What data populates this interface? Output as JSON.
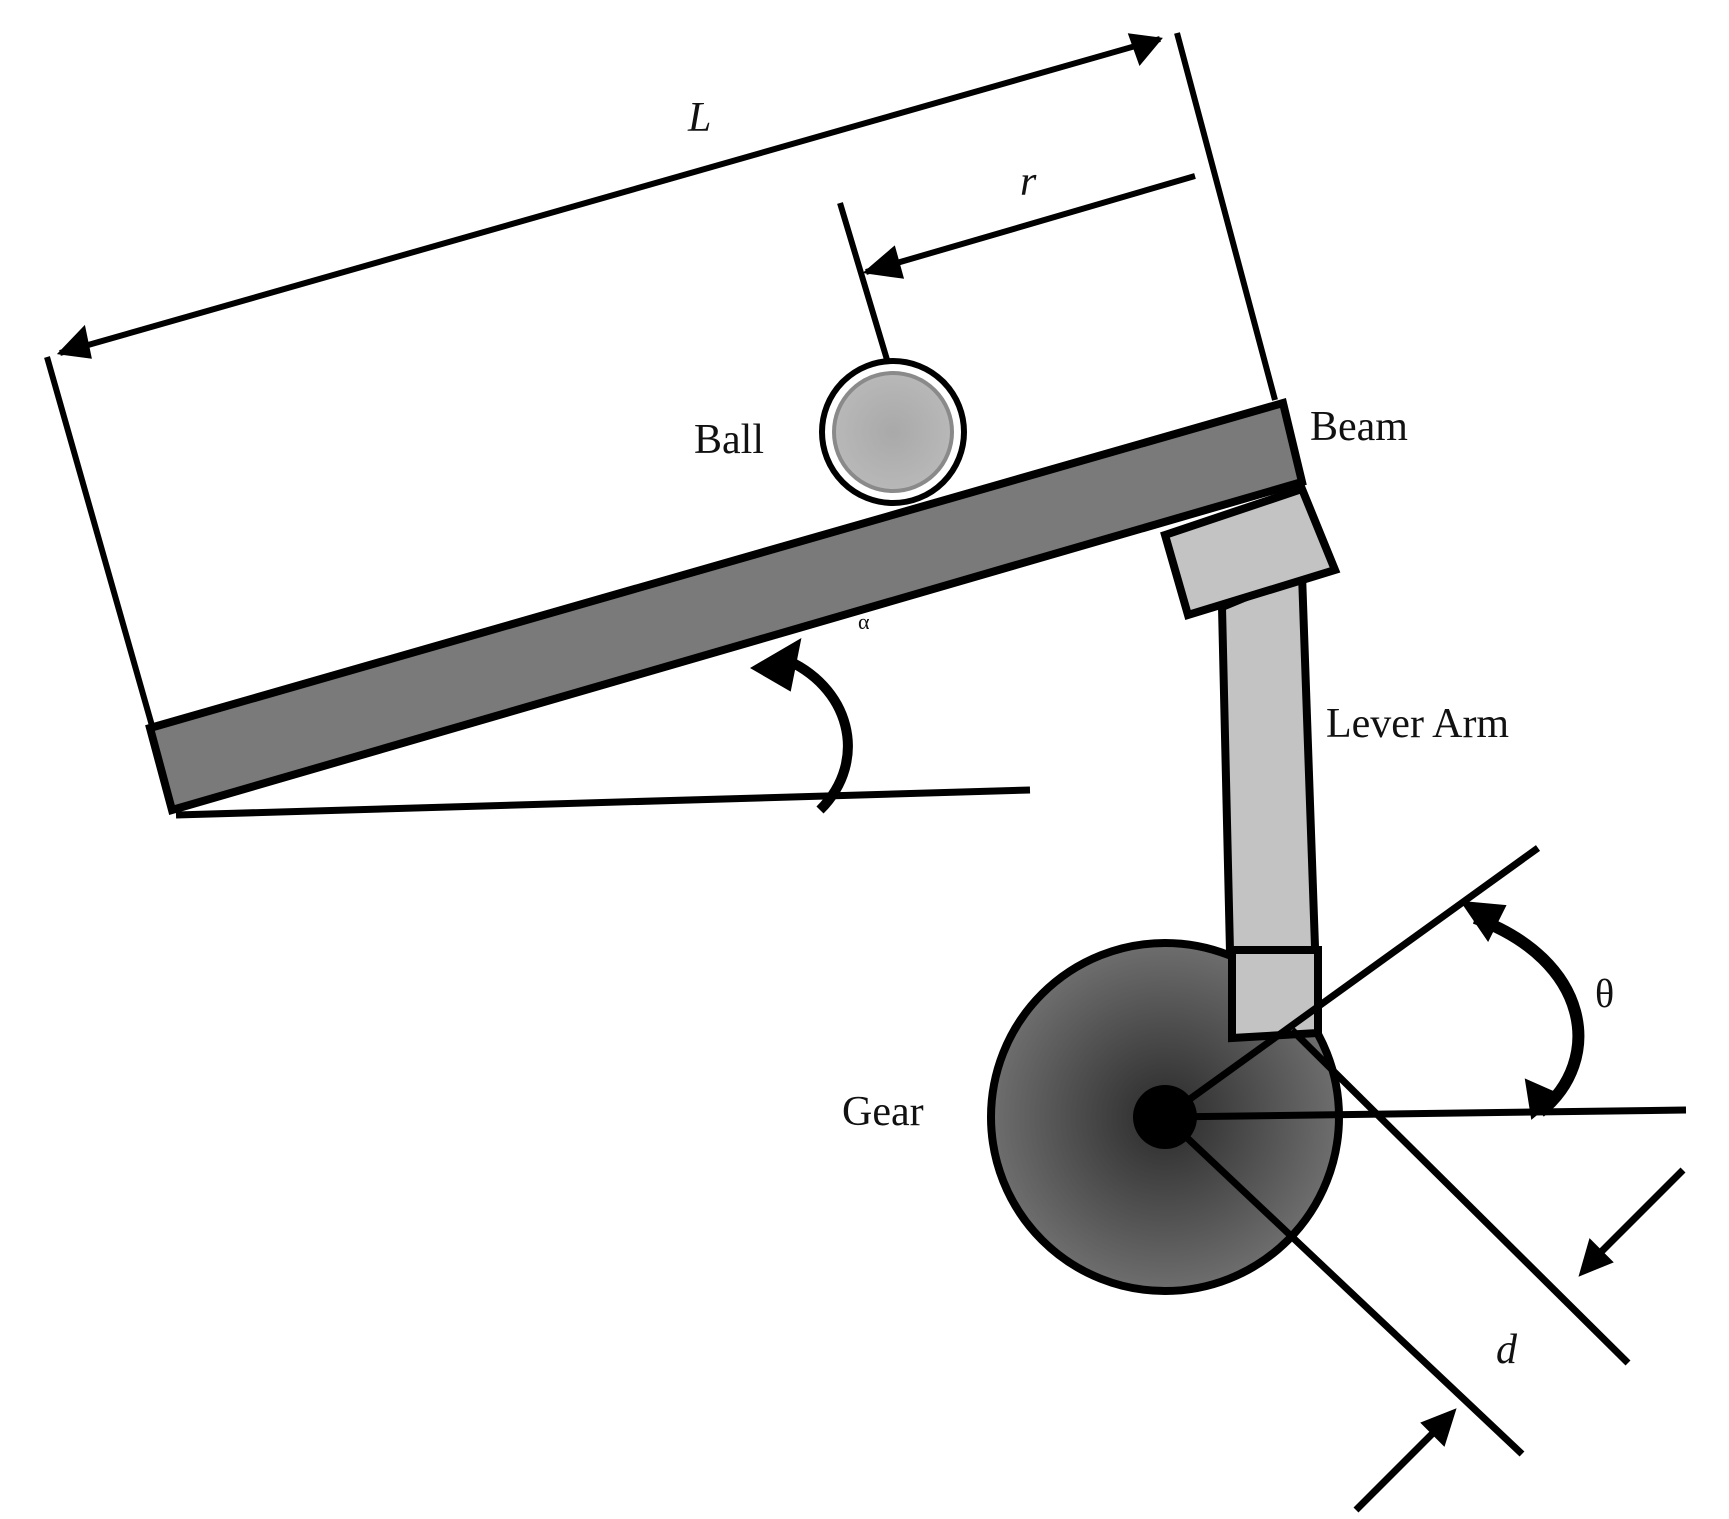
{
  "labels": {
    "length": "L",
    "position": "r",
    "ball": "Ball",
    "beam": "Beam",
    "beam_angle": "α",
    "lever_arm": "Lever Arm",
    "gear": "Gear",
    "gear_angle": "θ",
    "distance": "d"
  },
  "colors": {
    "line": "#000000",
    "beam_fill": "#7a7a7a",
    "lever_fill": "#c3c3c3",
    "ball_fill": "#a9a9a9",
    "gear_fill_center": "#2a2a2a",
    "gear_fill_edge": "#6e6e6e",
    "background": "#ffffff"
  }
}
